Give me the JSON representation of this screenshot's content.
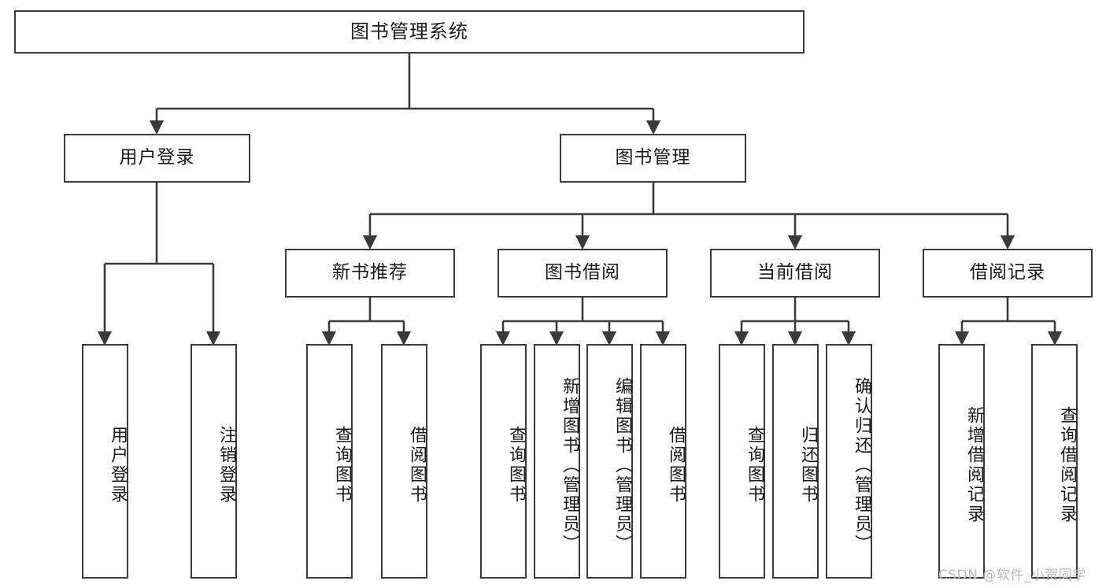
{
  "diagram": {
    "title": "图书管理系统",
    "type": "functional-structure-tree",
    "watermark": "CSDN @软件_小贺同学",
    "colors": {
      "box_stroke": "#3a3a3a",
      "box_fill": "#ffffff",
      "edge": "#3a3a3a",
      "text": "#1a1a1a",
      "watermark": "#b9b9b9"
    },
    "levels": {
      "root": {
        "label": "图书管理系统"
      },
      "modules": [
        {
          "label": "用户登录"
        },
        {
          "label": "图书管理"
        }
      ],
      "submodules": [
        {
          "label": "新书推荐"
        },
        {
          "label": "图书借阅"
        },
        {
          "label": "当前借阅"
        },
        {
          "label": "借阅记录"
        }
      ],
      "leaves": {
        "user_login": [
          {
            "label": "用户登录"
          },
          {
            "label": "注销登录"
          }
        ],
        "new_book_recommend": [
          {
            "label": "查询图书"
          },
          {
            "label": "借阅图书"
          }
        ],
        "book_borrow": [
          {
            "label": "查询图书"
          },
          {
            "label": "新增图书（管理员）"
          },
          {
            "label": "编辑图书（管理员）"
          },
          {
            "label": "借阅图书"
          }
        ],
        "current_borrow": [
          {
            "label": "查询图书"
          },
          {
            "label": "归还图书"
          },
          {
            "label": "确认归还（管理员）"
          }
        ],
        "borrow_record": [
          {
            "label": "新增借阅记录"
          },
          {
            "label": "查询借阅记录"
          }
        ]
      }
    }
  }
}
